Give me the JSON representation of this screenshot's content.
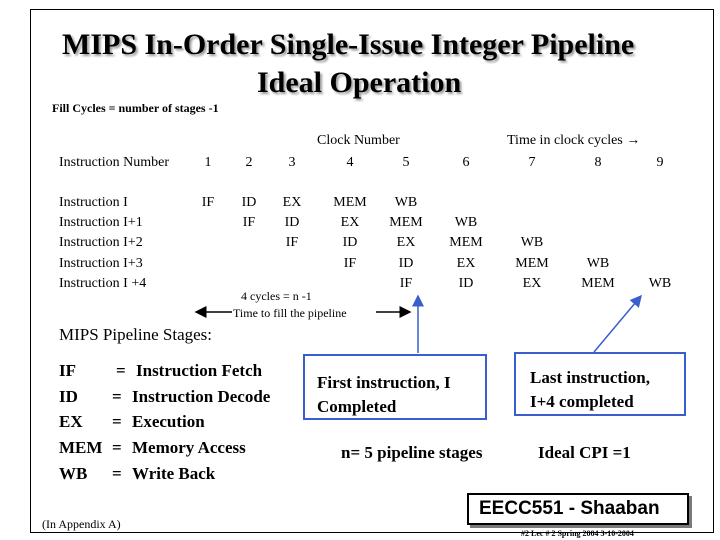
{
  "title": {
    "line1": "MIPS In-Order Single-Issue Integer Pipeline",
    "line2": "Ideal Operation"
  },
  "fill_cycles_note": "Fill Cycles = number of stages -1",
  "clock_number_label": "Clock Number",
  "time_label": "Time in clock cycles →",
  "table": {
    "header_label": "Instruction Number",
    "cycles": [
      "1",
      "2",
      "3",
      "4",
      "5",
      "6",
      "7",
      "8",
      "9"
    ],
    "rows": [
      {
        "label": "Instruction I",
        "stages": [
          "IF",
          "ID",
          "EX",
          "MEM",
          "WB"
        ]
      },
      {
        "label": "Instruction I+1",
        "stages": [
          "IF",
          "ID",
          "EX",
          "MEM",
          "WB"
        ]
      },
      {
        "label": "Instruction I+2",
        "stages": [
          "IF",
          "ID",
          "EX",
          "MEM",
          "WB"
        ]
      },
      {
        "label": "Instruction I+3",
        "stages": [
          "IF",
          "ID",
          "EX",
          "MEM",
          "WB"
        ]
      },
      {
        "label": "Instruction I +4",
        "stages": [
          "IF",
          "ID",
          "EX",
          "MEM",
          "WB"
        ]
      }
    ]
  },
  "fill_annotation": {
    "line1": "4 cycles = n -1",
    "line2": "Time to fill the pipeline"
  },
  "stages_heading": "MIPS Pipeline Stages:",
  "stage_defs": [
    {
      "abbr": "IF",
      "eq": "=",
      "name": "Instruction Fetch"
    },
    {
      "abbr": "ID",
      "eq": "=",
      "name": "Instruction Decode"
    },
    {
      "abbr": "EX",
      "eq": "=",
      "name": "Execution"
    },
    {
      "abbr": "MEM",
      "eq": "=",
      "name": "Memory Access"
    },
    {
      "abbr": "WB",
      "eq": "=",
      "name": "Write Back"
    }
  ],
  "callouts": {
    "first": {
      "line1": "First instruction, I",
      "line2": "Completed"
    },
    "last": {
      "line1": "Last instruction,",
      "line2": "I+4 completed"
    }
  },
  "n_stages": "n= 5 pipeline stages",
  "ideal_cpi": "Ideal CPI =1",
  "appendix": "(In Appendix A)",
  "footer": {
    "course": "EECC551 - Shaaban",
    "meta": "#2 Lec # 2 Spring 2004 3-10-2004"
  },
  "colors": {
    "callout_border": "#3a5fcd",
    "arrow": "#3a5fcd"
  }
}
